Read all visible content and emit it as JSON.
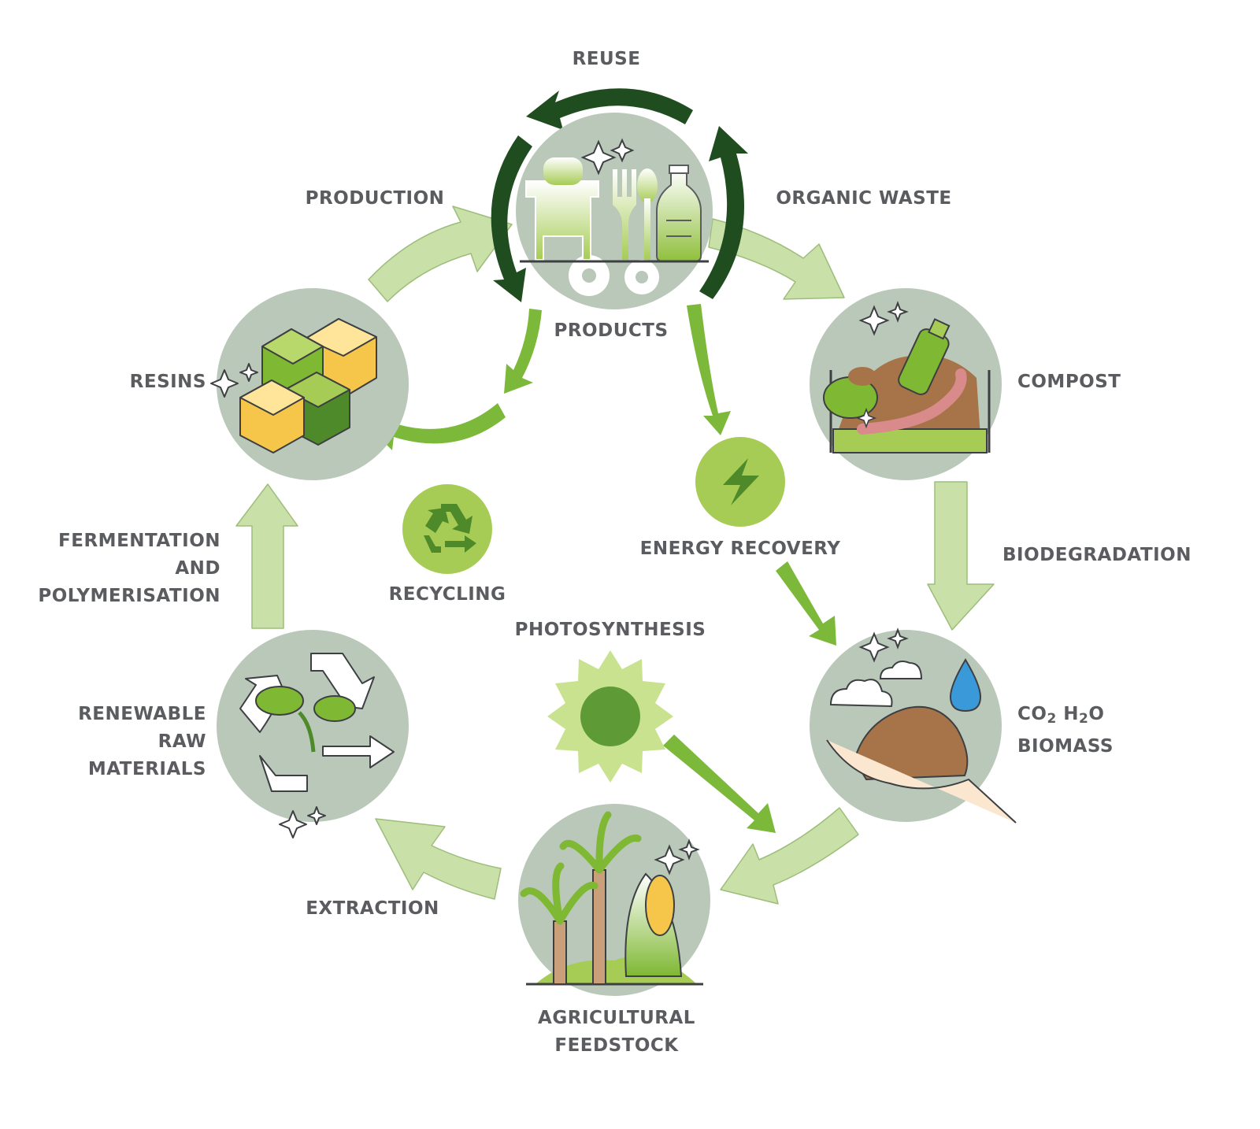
{
  "labels": {
    "reuse": "REUSE",
    "production": "PRODUCTION",
    "organic_waste": "ORGANIC WASTE",
    "products": "PRODUCTS",
    "resins": "RESINS",
    "compost": "COMPOST",
    "energy_recovery": "ENERGY RECOVERY",
    "recycling": "RECYCLING",
    "biodegradation": "BIODEGRADATION",
    "fermentation_1": "FERMENTATION",
    "fermentation_2": "AND",
    "fermentation_3": "POLYMERISATION",
    "photosynthesis": "PHOTOSYNTHESIS",
    "renewable_1": "RENEWABLE",
    "renewable_2": "RAW",
    "renewable_3": "MATERIALS",
    "co2": "CO",
    "co2_sub": "2",
    "h2o_h": "H",
    "h2o_sub": "2",
    "h2o_o": "O",
    "biomass": "BIOMASS",
    "extraction": "EXTRACTION",
    "agri_1": "AGRICULTURAL",
    "agri_2": "FEEDSTOCK"
  },
  "colors": {
    "node_bg": "#b9c8b9",
    "cycle_arrow": "#c9e0a8",
    "reuse_arrow": "#1f4d1f",
    "inner_arrow": "#7cb83a",
    "accent_yellow": "#f6c64a",
    "dark_green": "#4e8a2a",
    "light_green": "#a6cc55"
  },
  "icons": {
    "products": "products-icon",
    "compost": "compost-icon",
    "biomass": "biomass-icon",
    "agriculture": "agricultural-feedstock-icon",
    "renewable": "renewable-raw-materials-icon",
    "resins": "resins-icon",
    "energy": "energy-bolt-icon",
    "recycling": "recycling-icon",
    "sun": "sun-icon"
  }
}
